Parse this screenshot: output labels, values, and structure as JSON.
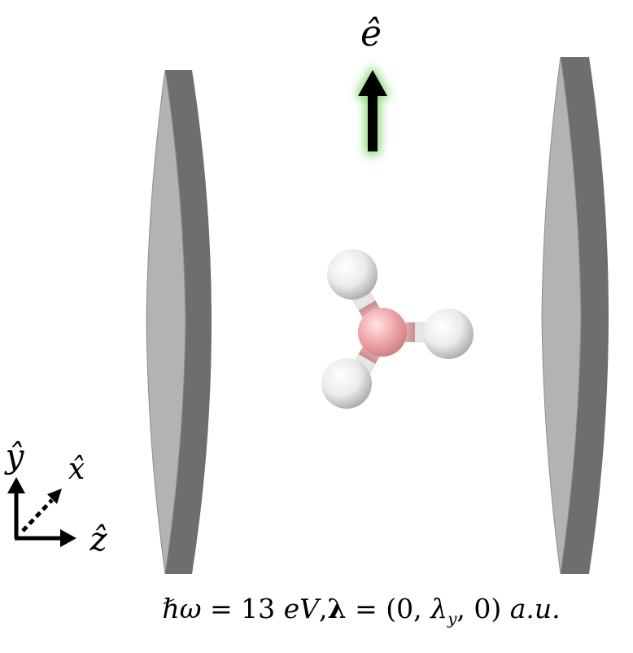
{
  "polarization_label": "ê",
  "axes": {
    "y_label": "ŷ",
    "x_label": "x̂",
    "z_label": "ẑ"
  },
  "caption": {
    "hbar_omega": "ℏω",
    "eq1": " = 13 ",
    "unit": "eV",
    "sep": ",",
    "lambda": "λ",
    "eq2": " = (0, ",
    "lambda_sym": "λ",
    "lambda_sub": "y",
    "tail": ", 0) ",
    "au": "a.u."
  },
  "colors": {
    "mirror_face": "#b3b3b3",
    "mirror_edge": "#6e6e6e",
    "boron": "#f0a6a8",
    "hydrogen": "#f2f2f2",
    "glow": "#7fd36a",
    "arrow": "#000000"
  },
  "molecule": {
    "central_atom": "B",
    "ligand_atoms": [
      "H",
      "H",
      "H"
    ]
  }
}
